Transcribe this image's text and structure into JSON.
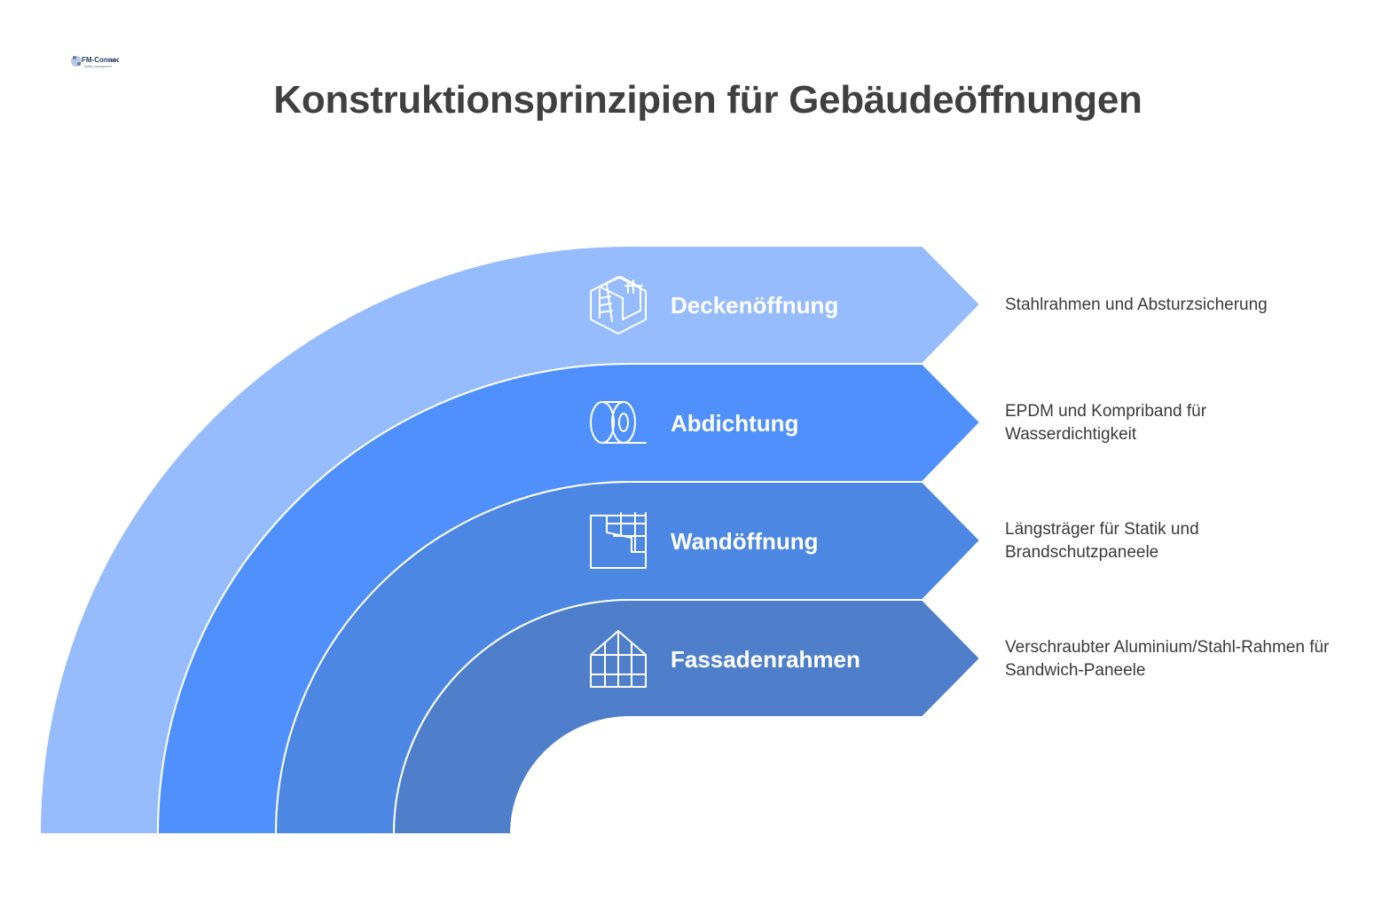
{
  "logo": {
    "text": "FM-Connect",
    "subtext": ".com",
    "tagline": "facility management"
  },
  "title": "Konstruktionsprinzipien für Gebäudeöffnungen",
  "colors": {
    "band1": "#96bcfd",
    "band2": "#4f90fc",
    "band3": "#4d87e4",
    "band4": "#4f7fcb",
    "title": "#404040",
    "text": "#3a3a3a"
  },
  "steps": [
    {
      "label": "Deckenöffnung",
      "icon": "ladder-opening-icon",
      "description": "Stahlrahmen und Absturzsicherung"
    },
    {
      "label": "Abdichtung",
      "icon": "tape-roll-icon",
      "description": "EPDM und Kompriband für Wasserdichtigkeit"
    },
    {
      "label": "Wandöffnung",
      "icon": "wall-grid-icon",
      "description": "Längsträger für Statik und Brandschutzpaneele"
    },
    {
      "label": "Fassadenrahmen",
      "icon": "greenhouse-frame-icon",
      "description": "Verschraubter Aluminium/Stahl-Rahmen für Sandwich-Paneele"
    }
  ]
}
